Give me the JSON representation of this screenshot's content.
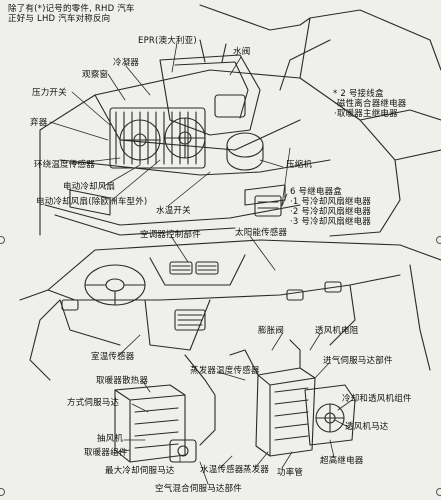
{
  "note": {
    "line1": "除了有(*)记号的零件, RHD 汽车",
    "line2": "正好与 LHD 汽车对称反向"
  },
  "upper_labels": {
    "epr": "EPR(澳大利亚)",
    "water_valve": "水阀",
    "condenser": "冷凝器",
    "observation_window": "观察窗",
    "pressure_switch": "压力开关",
    "receiver": "弃器",
    "ambient_sensor": "环绕温度传感器",
    "cooling_fan": "电动冷却风扇",
    "cooling_fan_excl_eu": "电动冷却风扇(除欧洲车型外)",
    "water_temp_switch": "水温开关",
    "compressor": "压缩机",
    "junction_box_2": "* 2 号接线盒",
    "magnetic_clutch_relay": "·磁性离合器继电器",
    "fan_main_relay": "·取暖器主继电器",
    "relay_block_6": "6 号继电器盒",
    "fan_relay_1": "·1 号冷却风扇继电器",
    "fan_relay_2": "·2 号冷却风扇继电器",
    "fan_relay_3": "·3 号冷却风扇继电器"
  },
  "lower_labels": {
    "ac_control": "空调器控制部件",
    "solar_sensor": "太阳能传感器",
    "expansion_valve": "膨胀阀",
    "blower_resistor": "透风机电阻",
    "cabin_sensor": "室温传感器",
    "inlet_servo": "进气伺服马达部件",
    "heater_core": "取暖器散热器",
    "evaporator_sensor": "蒸发器温度传感器",
    "mode_servo": "方式伺服马达",
    "cooling_blower": "冷却和透风机组件",
    "blower": "抽风机",
    "blower_motor": "透风机马达",
    "heater_unit": "取暖器组件",
    "max_cool_servo": "最大冷却伺服马达",
    "water_temp_sensor": "水温传感器",
    "evaporator": "蒸发器",
    "power_transistor": "功率管",
    "super_high_relay": "超高继电器",
    "air_mix_servo": "空气混合伺服马达部件"
  }
}
